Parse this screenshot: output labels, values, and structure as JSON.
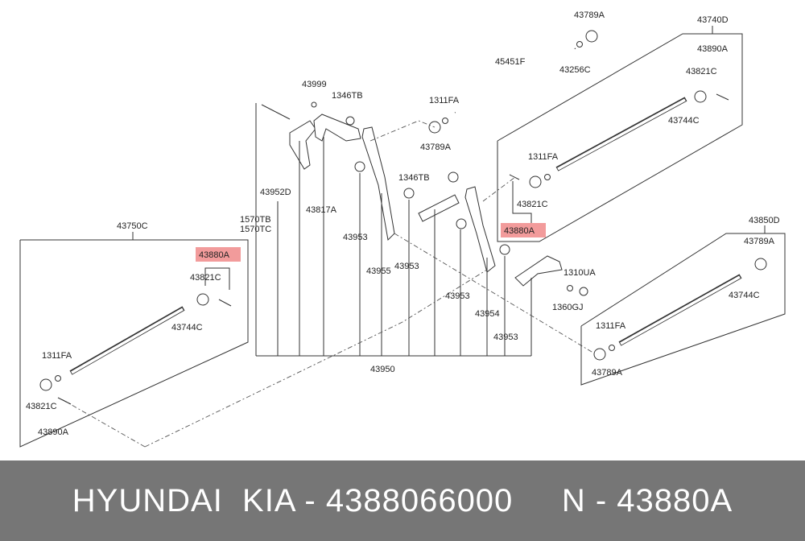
{
  "diagram": {
    "labels": {
      "p43740D": "43740D",
      "p43789A_top": "43789A",
      "p45451F": "45451F",
      "p43256C": "43256C",
      "p43890A_r": "43890A",
      "p43821C_r": "43821C",
      "p43744C_r": "43744C",
      "p1311FA_t": "1311FA",
      "p43789A_t2": "43789A",
      "p43999": "43999",
      "p1346TB_a": "1346TB",
      "p1346TB_b": "1346TB",
      "p1311FA_m": "1311FA",
      "p43821C_m": "43821C",
      "p43880A_m": "43880A",
      "p43952D": "43952D",
      "p43817A": "43817A",
      "p1570TB": "1570TB",
      "p1570TC": "1570TC",
      "p43953_a": "43953",
      "p43955": "43955",
      "p43953_b": "43953",
      "p43953_c": "43953",
      "p43954": "43954",
      "p43953_d": "43953",
      "p1310UA": "1310UA",
      "p1360GJ": "1360GJ",
      "p43950": "43950",
      "p43850D": "43850D",
      "p43789A_r2": "43789A",
      "p43744C_r2": "43744C",
      "p1311FA_r2": "1311FA",
      "p43789A_r3": "43789A",
      "p43750C": "43750C",
      "p43880A_l": "43880A",
      "p43821C_l": "43821C",
      "p43744C_l": "43744C",
      "p1311FA_l": "1311FA",
      "p43821C_l2": "43821C",
      "p43890A_l": "43890A"
    },
    "highlight_color": "#f08a8a"
  },
  "footer": {
    "text": "HYUNDAI  KIA - 4388066000     N - 43880A",
    "background": "#767676"
  }
}
